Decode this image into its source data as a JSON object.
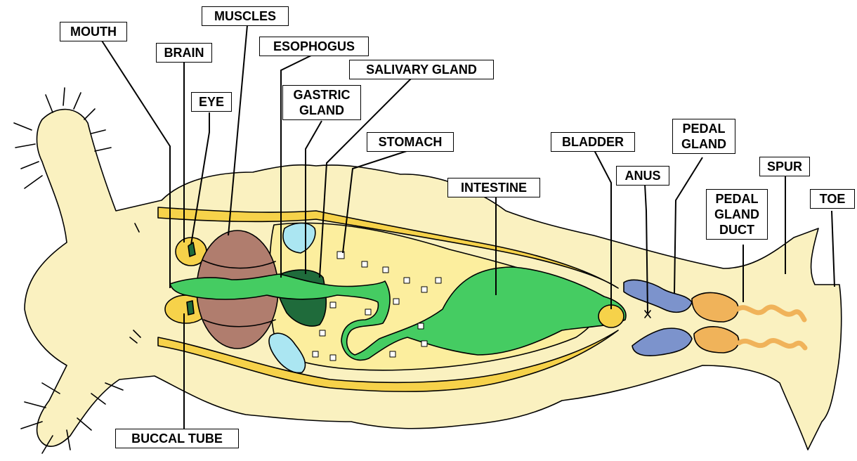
{
  "colors": {
    "body": "#FAF1C0",
    "gland_yellow": "#F6D24A",
    "muscle": "#B07D6E",
    "gut_green": "#45CC62",
    "gastric_dark": "#1F6B3B",
    "salivary": "#ABE6F2",
    "pedal_blue": "#7C93CC",
    "pedal_orange": "#F0B35A",
    "outline": "#000000"
  },
  "labels": {
    "mouth": "MOUTH",
    "muscles": "MUSCLES",
    "brain": "BRAIN",
    "esophogus": "ESOPHOGUS",
    "salivary_gland": "SALIVARY GLAND",
    "eye": "EYE",
    "gastric_gland": "GASTRIC\nGLAND",
    "stomach": "STOMACH",
    "intestine": "INTESTINE",
    "bladder": "BLADDER",
    "pedal_gland": "PEDAL\nGLAND",
    "anus": "ANUS",
    "spur": "SPUR",
    "pedal_gland_duct": "PEDAL\nGLAND\nDUCT",
    "toe": "TOE",
    "buccal_tube": "BUCCAL TUBE"
  }
}
